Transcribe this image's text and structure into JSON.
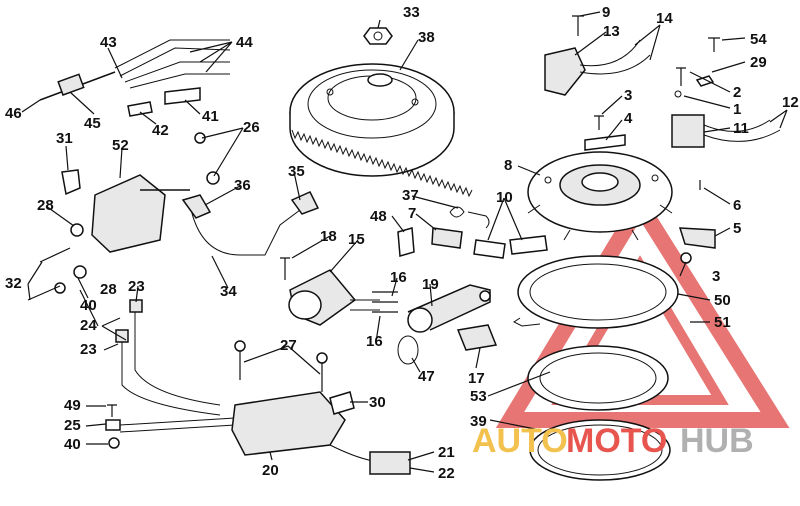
{
  "diagram": {
    "labels": [
      "33",
      "38",
      "9",
      "13",
      "14",
      "54",
      "29",
      "2",
      "1",
      "3",
      "4",
      "11",
      "12",
      "8",
      "6",
      "5",
      "43",
      "44",
      "46",
      "45",
      "41",
      "42",
      "31",
      "52",
      "26",
      "36",
      "35",
      "28",
      "32",
      "40",
      "18",
      "15",
      "48",
      "37",
      "7",
      "10",
      "16",
      "19",
      "50",
      "51",
      "34",
      "23",
      "24",
      "27",
      "17",
      "47",
      "53",
      "30",
      "49",
      "25",
      "39",
      "20",
      "21",
      "22"
    ]
  },
  "watermark": {
    "part1": "AUTO",
    "part2": "MOTO",
    "part3": "HUB",
    "color_part1": "#f2c14e",
    "color_part2": "#e8554e",
    "color_part3": "#b0b0b0",
    "triangle_color": "#e35d5b"
  }
}
